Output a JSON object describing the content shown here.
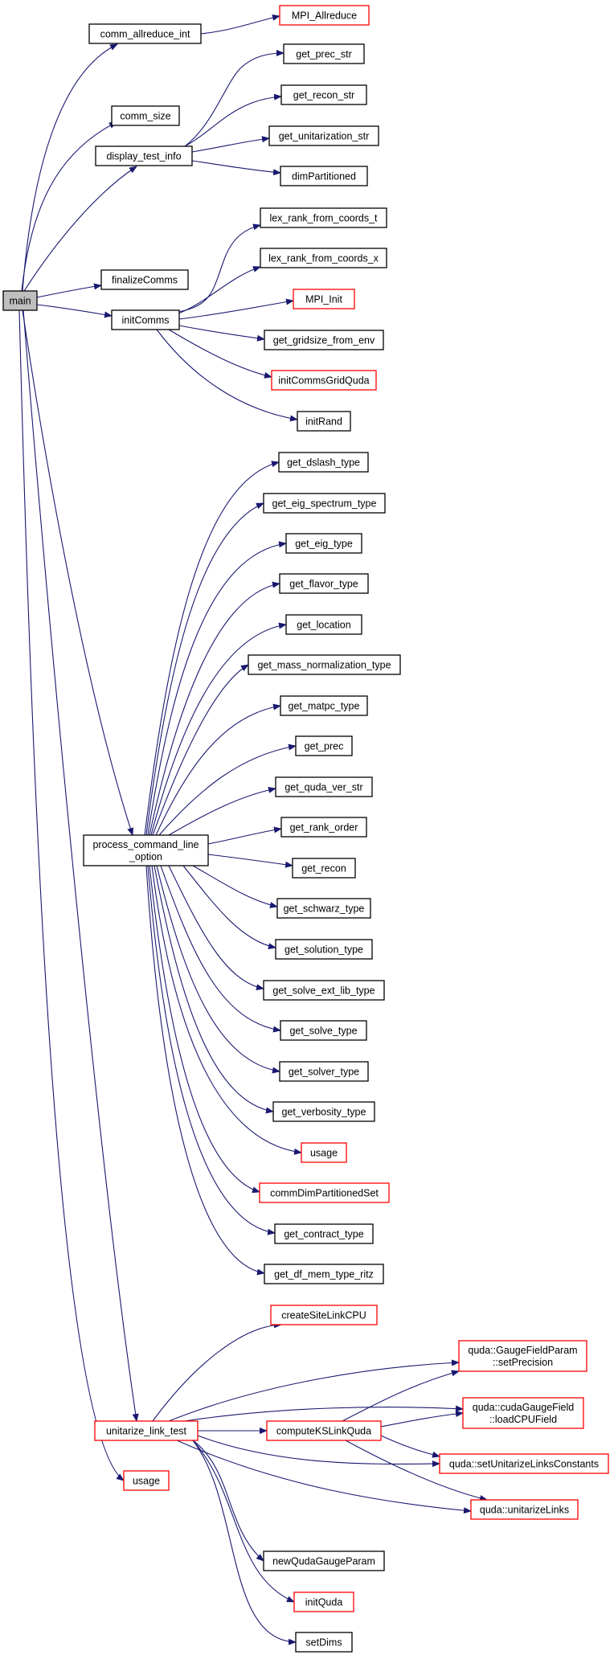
{
  "colors": {
    "edge": "#191970",
    "node_fill": "#ffffff",
    "root_fill": "#bfbfbf",
    "border_normal": "#000000",
    "border_truncated": "#ff0000"
  },
  "nodes": {
    "main": {
      "lines": [
        "main"
      ],
      "style": "root"
    },
    "comm_allreduce_int": {
      "lines": [
        "comm_allreduce_int"
      ],
      "style": "normal"
    },
    "mpi_allreduce": {
      "lines": [
        "MPI_Allreduce"
      ],
      "style": "truncated"
    },
    "comm_size": {
      "lines": [
        "comm_size"
      ],
      "style": "normal"
    },
    "display_test_info": {
      "lines": [
        "display_test_info"
      ],
      "style": "normal"
    },
    "get_prec_str": {
      "lines": [
        "get_prec_str"
      ],
      "style": "normal"
    },
    "get_recon_str": {
      "lines": [
        "get_recon_str"
      ],
      "style": "normal"
    },
    "get_unitarization_str": {
      "lines": [
        "get_unitarization_str"
      ],
      "style": "normal"
    },
    "dimpartitioned": {
      "lines": [
        "dimPartitioned"
      ],
      "style": "normal"
    },
    "finalizecomms": {
      "lines": [
        "finalizeComms"
      ],
      "style": "normal"
    },
    "initcomms": {
      "lines": [
        "initComms"
      ],
      "style": "normal"
    },
    "lex_rank_from_coords_t": {
      "lines": [
        "lex_rank_from_coords_t"
      ],
      "style": "normal"
    },
    "lex_rank_from_coords_x": {
      "lines": [
        "lex_rank_from_coords_x"
      ],
      "style": "normal"
    },
    "mpi_init": {
      "lines": [
        "MPI_Init"
      ],
      "style": "truncated"
    },
    "get_gridsize_from_env": {
      "lines": [
        "get_gridsize_from_env"
      ],
      "style": "normal"
    },
    "initcommsgridquda": {
      "lines": [
        "initCommsGridQuda"
      ],
      "style": "truncated"
    },
    "initrand": {
      "lines": [
        "initRand"
      ],
      "style": "normal"
    },
    "process_command_line_option": {
      "lines": [
        "process_command_line",
        "_option"
      ],
      "style": "normal"
    },
    "get_dslash_type": {
      "lines": [
        "get_dslash_type"
      ],
      "style": "normal"
    },
    "get_eig_spectrum_type": {
      "lines": [
        "get_eig_spectrum_type"
      ],
      "style": "normal"
    },
    "get_eig_type": {
      "lines": [
        "get_eig_type"
      ],
      "style": "normal"
    },
    "get_flavor_type": {
      "lines": [
        "get_flavor_type"
      ],
      "style": "normal"
    },
    "get_location": {
      "lines": [
        "get_location"
      ],
      "style": "normal"
    },
    "get_mass_normalization_type": {
      "lines": [
        "get_mass_normalization_type"
      ],
      "style": "normal"
    },
    "get_matpc_type": {
      "lines": [
        "get_matpc_type"
      ],
      "style": "normal"
    },
    "get_prec": {
      "lines": [
        "get_prec"
      ],
      "style": "normal"
    },
    "get_quda_ver_str": {
      "lines": [
        "get_quda_ver_str"
      ],
      "style": "normal"
    },
    "get_rank_order": {
      "lines": [
        "get_rank_order"
      ],
      "style": "normal"
    },
    "get_recon": {
      "lines": [
        "get_recon"
      ],
      "style": "normal"
    },
    "get_schwarz_type": {
      "lines": [
        "get_schwarz_type"
      ],
      "style": "normal"
    },
    "get_solution_type": {
      "lines": [
        "get_solution_type"
      ],
      "style": "normal"
    },
    "get_solve_ext_lib_type": {
      "lines": [
        "get_solve_ext_lib_type"
      ],
      "style": "normal"
    },
    "get_solve_type": {
      "lines": [
        "get_solve_type"
      ],
      "style": "normal"
    },
    "get_solver_type": {
      "lines": [
        "get_solver_type"
      ],
      "style": "normal"
    },
    "get_verbosity_type": {
      "lines": [
        "get_verbosity_type"
      ],
      "style": "normal"
    },
    "usage_a": {
      "lines": [
        "usage"
      ],
      "style": "truncated"
    },
    "commdimpartitionedset": {
      "lines": [
        "commDimPartitionedSet"
      ],
      "style": "truncated"
    },
    "get_contract_type": {
      "lines": [
        "get_contract_type"
      ],
      "style": "normal"
    },
    "get_df_mem_type_ritz": {
      "lines": [
        "get_df_mem_type_ritz"
      ],
      "style": "normal"
    },
    "createsitelinkcpu": {
      "lines": [
        "createSiteLinkCPU"
      ],
      "style": "truncated"
    },
    "gaugefieldparam_setprecision": {
      "lines": [
        "quda::GaugeFieldParam",
        "::setPrecision"
      ],
      "style": "truncated"
    },
    "cudagaugefield_loadcpufield": {
      "lines": [
        "quda::cudaGaugeField",
        "::loadCPUField"
      ],
      "style": "truncated"
    },
    "unitarize_link_test": {
      "lines": [
        "unitarize_link_test"
      ],
      "style": "truncated"
    },
    "computekslinkquda": {
      "lines": [
        "computeKSLinkQuda"
      ],
      "style": "truncated"
    },
    "setunitarizelinksconstants": {
      "lines": [
        "quda::setUnitarizeLinksConstants"
      ],
      "style": "truncated"
    },
    "usage_b": {
      "lines": [
        "usage"
      ],
      "style": "truncated"
    },
    "unitarizelinks": {
      "lines": [
        "quda::unitarizeLinks"
      ],
      "style": "truncated"
    },
    "newqudagaugeparam": {
      "lines": [
        "newQudaGaugeParam"
      ],
      "style": "normal"
    },
    "initquda": {
      "lines": [
        "initQuda"
      ],
      "style": "truncated"
    },
    "setdims": {
      "lines": [
        "setDims"
      ],
      "style": "normal"
    }
  },
  "edges": [
    [
      "main",
      "comm_allreduce_int"
    ],
    [
      "comm_allreduce_int",
      "mpi_allreduce"
    ],
    [
      "main",
      "comm_size"
    ],
    [
      "main",
      "display_test_info"
    ],
    [
      "display_test_info",
      "get_prec_str"
    ],
    [
      "display_test_info",
      "get_recon_str"
    ],
    [
      "display_test_info",
      "get_unitarization_str"
    ],
    [
      "display_test_info",
      "dimpartitioned"
    ],
    [
      "main",
      "finalizecomms"
    ],
    [
      "main",
      "initcomms"
    ],
    [
      "initcomms",
      "lex_rank_from_coords_t"
    ],
    [
      "initcomms",
      "lex_rank_from_coords_x"
    ],
    [
      "initcomms",
      "mpi_init"
    ],
    [
      "initcomms",
      "get_gridsize_from_env"
    ],
    [
      "initcomms",
      "initcommsgridquda"
    ],
    [
      "initcomms",
      "initrand"
    ],
    [
      "main",
      "process_command_line_option"
    ],
    [
      "process_command_line_option",
      "get_dslash_type"
    ],
    [
      "process_command_line_option",
      "get_eig_spectrum_type"
    ],
    [
      "process_command_line_option",
      "get_eig_type"
    ],
    [
      "process_command_line_option",
      "get_flavor_type"
    ],
    [
      "process_command_line_option",
      "get_location"
    ],
    [
      "process_command_line_option",
      "get_mass_normalization_type"
    ],
    [
      "process_command_line_option",
      "get_matpc_type"
    ],
    [
      "process_command_line_option",
      "get_prec"
    ],
    [
      "process_command_line_option",
      "get_quda_ver_str"
    ],
    [
      "process_command_line_option",
      "get_rank_order"
    ],
    [
      "process_command_line_option",
      "get_recon"
    ],
    [
      "process_command_line_option",
      "get_schwarz_type"
    ],
    [
      "process_command_line_option",
      "get_solution_type"
    ],
    [
      "process_command_line_option",
      "get_solve_ext_lib_type"
    ],
    [
      "process_command_line_option",
      "get_solve_type"
    ],
    [
      "process_command_line_option",
      "get_solver_type"
    ],
    [
      "process_command_line_option",
      "get_verbosity_type"
    ],
    [
      "process_command_line_option",
      "usage_a"
    ],
    [
      "process_command_line_option",
      "commdimpartitionedset"
    ],
    [
      "process_command_line_option",
      "get_contract_type"
    ],
    [
      "process_command_line_option",
      "get_df_mem_type_ritz"
    ],
    [
      "main",
      "unitarize_link_test"
    ],
    [
      "main",
      "usage_b"
    ],
    [
      "unitarize_link_test",
      "createsitelinkcpu"
    ],
    [
      "unitarize_link_test",
      "gaugefieldparam_setprecision"
    ],
    [
      "unitarize_link_test",
      "cudagaugefield_loadcpufield"
    ],
    [
      "unitarize_link_test",
      "computekslinkquda"
    ],
    [
      "unitarize_link_test",
      "setunitarizelinksconstants"
    ],
    [
      "unitarize_link_test",
      "unitarizelinks"
    ],
    [
      "unitarize_link_test",
      "newqudagaugeparam"
    ],
    [
      "unitarize_link_test",
      "initquda"
    ],
    [
      "unitarize_link_test",
      "setdims"
    ],
    [
      "computekslinkquda",
      "gaugefieldparam_setprecision"
    ],
    [
      "computekslinkquda",
      "cudagaugefield_loadcpufield"
    ],
    [
      "computekslinkquda",
      "setunitarizelinksconstants"
    ],
    [
      "computekslinkquda",
      "unitarizelinks"
    ]
  ]
}
